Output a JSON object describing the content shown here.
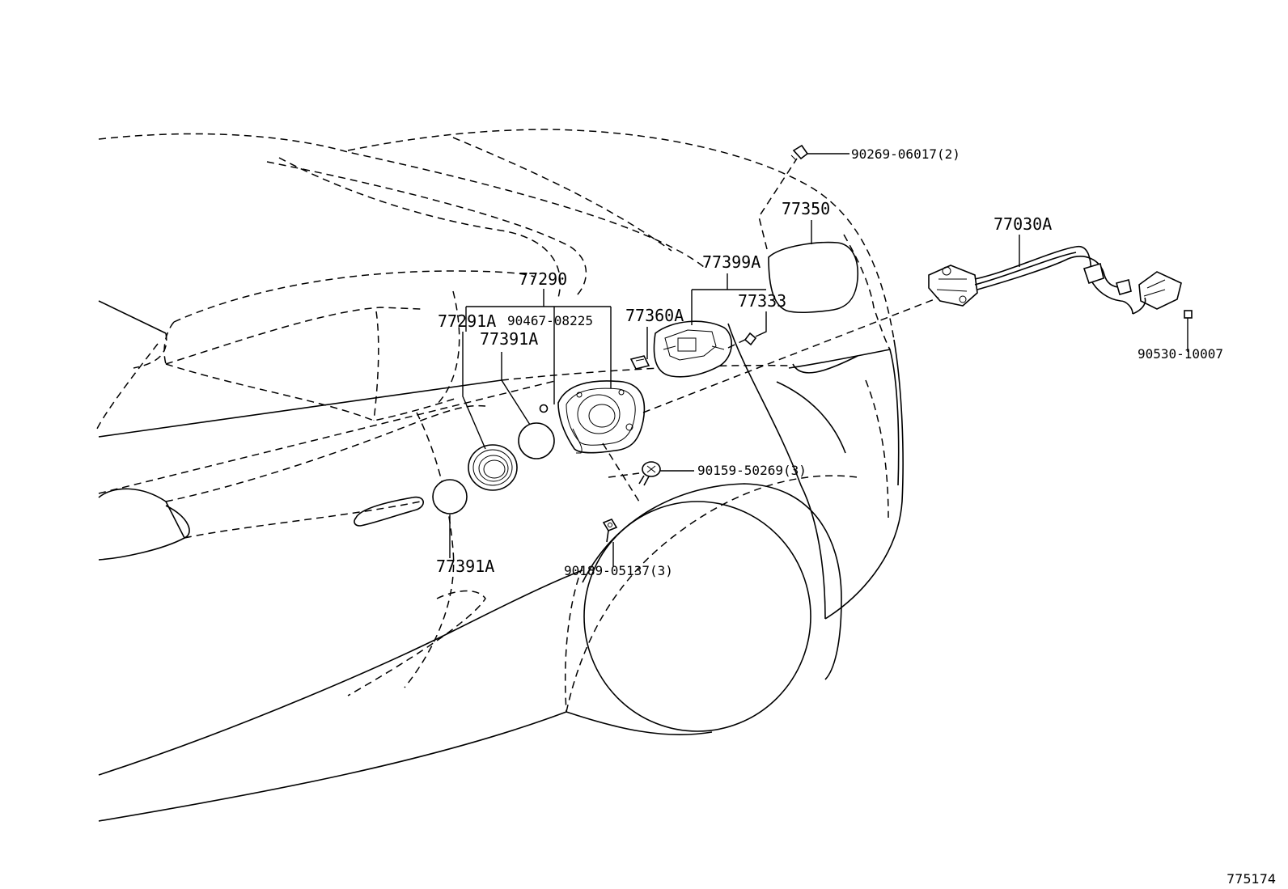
{
  "callouts": {
    "p77290": "77290",
    "p77291A": "77291A",
    "p90467": "90467-08225",
    "p77391A_upper": "77391A",
    "p77391A_lower": "77391A",
    "p77360A": "77360A",
    "p77399A": "77399A",
    "p77333": "77333",
    "p77350": "77350",
    "p90269": "90269-06017(2)",
    "p77030A": "77030A",
    "p90530": "90530-10007",
    "p90159": "90159-50269(3)",
    "p90189": "90189-05137(3)"
  },
  "diagram_id": "775174"
}
